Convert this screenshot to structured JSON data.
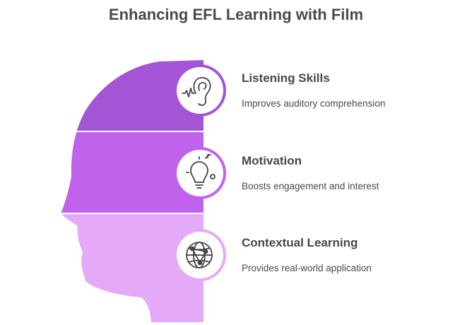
{
  "title": "Enhancing EFL Learning with Film",
  "colors": {
    "band_top": "#a355d6",
    "band_middle": "#c062ec",
    "band_bottom": "#e4aaf7",
    "circle_border_top": "#a355d6",
    "circle_border_middle": "#c062ec",
    "circle_border_bottom": "#e4aaf7",
    "text_dark": "#474747"
  },
  "items": [
    {
      "title": "Listening Skills",
      "description": "Improves auditory comprehension",
      "icon": "ear-icon"
    },
    {
      "title": "Motivation",
      "description": "Boosts engagement and interest",
      "icon": "lightbulb-icon"
    },
    {
      "title": "Contextual Learning",
      "description": "Provides real-world application",
      "icon": "globe-network-icon"
    }
  ]
}
